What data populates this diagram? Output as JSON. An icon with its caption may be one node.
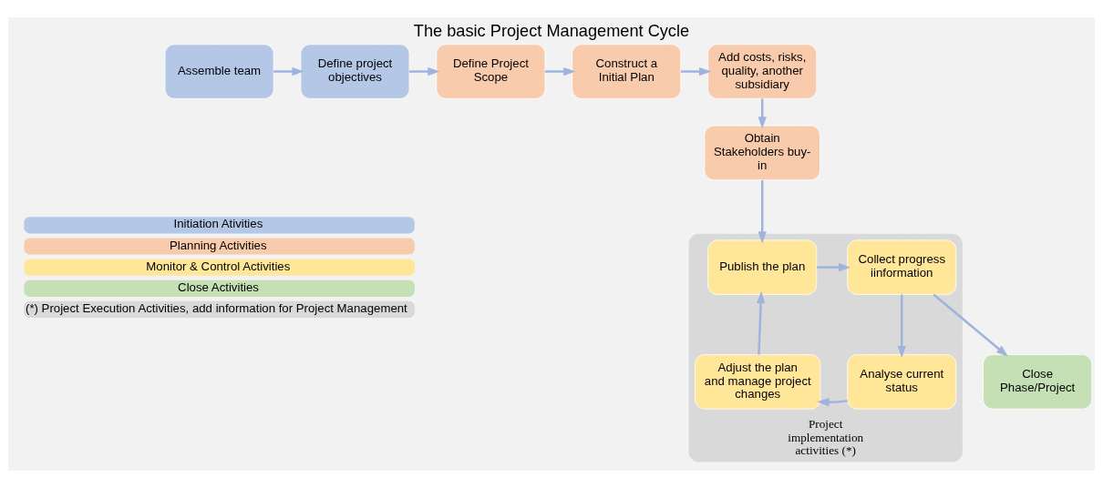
{
  "diagram": {
    "title": "The basic Project Management Cycle",
    "nodes": [
      {
        "text": [
          "Assemble team"
        ]
      },
      {
        "text": [
          "Define project objectives"
        ]
      },
      {
        "text": [
          "Define Project Scope"
        ]
      },
      {
        "text": [
          "Construct a Initial Plan"
        ]
      },
      {
        "text": [
          "Add costs, risks, quality, another subsidiary"
        ]
      },
      {
        "text": [
          "Obtain Stakeholders buy-in"
        ]
      },
      {
        "text": [
          "Project implementation activities (*)"
        ]
      },
      {
        "text": [
          "Publish the plan"
        ],
        "in": 6
      },
      {
        "text": [
          "Collect progress iinformation"
        ],
        "in": 6
      },
      {
        "text": [
          "Analyse current status"
        ],
        "in": 6
      },
      {
        "text": [
          "Adjust the plan and manage project changes"
        ],
        "in": 6
      },
      {
        "text": [
          "Close Phase/Project"
        ]
      }
    ],
    "edges": [
      {
        "from": 0,
        "to": 1,
        "arrow": "to"
      },
      {
        "from": 1,
        "to": 2,
        "arrow": "to"
      },
      {
        "from": 2,
        "to": 3,
        "arrow": "to"
      },
      {
        "from": 3,
        "to": 4,
        "arrow": "to"
      },
      {
        "from": 4,
        "to": 5,
        "arrow": "to"
      },
      {
        "from": 5,
        "to": 7,
        "arrow": "to"
      },
      {
        "from": 7,
        "to": 8,
        "arrow": "to"
      },
      {
        "from": 8,
        "to": 11,
        "arrow": "to"
      },
      {
        "from": 8,
        "to": 9,
        "arrow": "to"
      },
      {
        "from": 9,
        "to": 10,
        "arrow": "to"
      },
      {
        "from": 10,
        "to": 7,
        "arrow": "to"
      }
    ],
    "legend": [
      {
        "text": "Initiation Ativities",
        "color": "#b4c7e7"
      },
      {
        "text": "Planning Activities",
        "color": "#f8cbad"
      },
      {
        "text": "Monitor & Control Activities",
        "color": "#ffe699"
      },
      {
        "text": "Close Activities",
        "color": "#c5e0b4"
      },
      {
        "text": "(*) Project Execution Activities, add information for Project Management",
        "color": "#d9d9d9"
      }
    ]
  }
}
